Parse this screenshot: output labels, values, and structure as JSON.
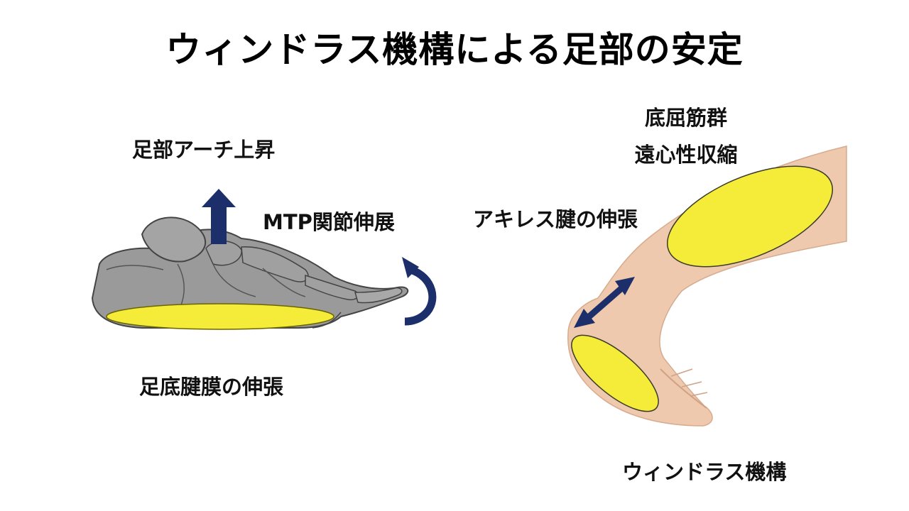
{
  "title": "ウィンドラス機構による足部の安定",
  "labels": {
    "arch_rise": "足部アーチ上昇",
    "mtp_extension": "MTP関節伸展",
    "plantar_fascia": "足底腱膜の伸張",
    "achilles": "アキレス腱の伸張",
    "plantar_flexors_line1": "底屈筋群",
    "plantar_flexors_line2": "遠心性収縮",
    "windlass": "ウィンドラス機構"
  },
  "colors": {
    "arrow": "#1c2f6b",
    "highlight": "#f5ec3a",
    "bone": "#9a9a9a",
    "skin": "#efc9ad"
  },
  "icons": [
    "up-arrow-icon",
    "rotation-arrow-icon",
    "double-arrow-icon"
  ]
}
